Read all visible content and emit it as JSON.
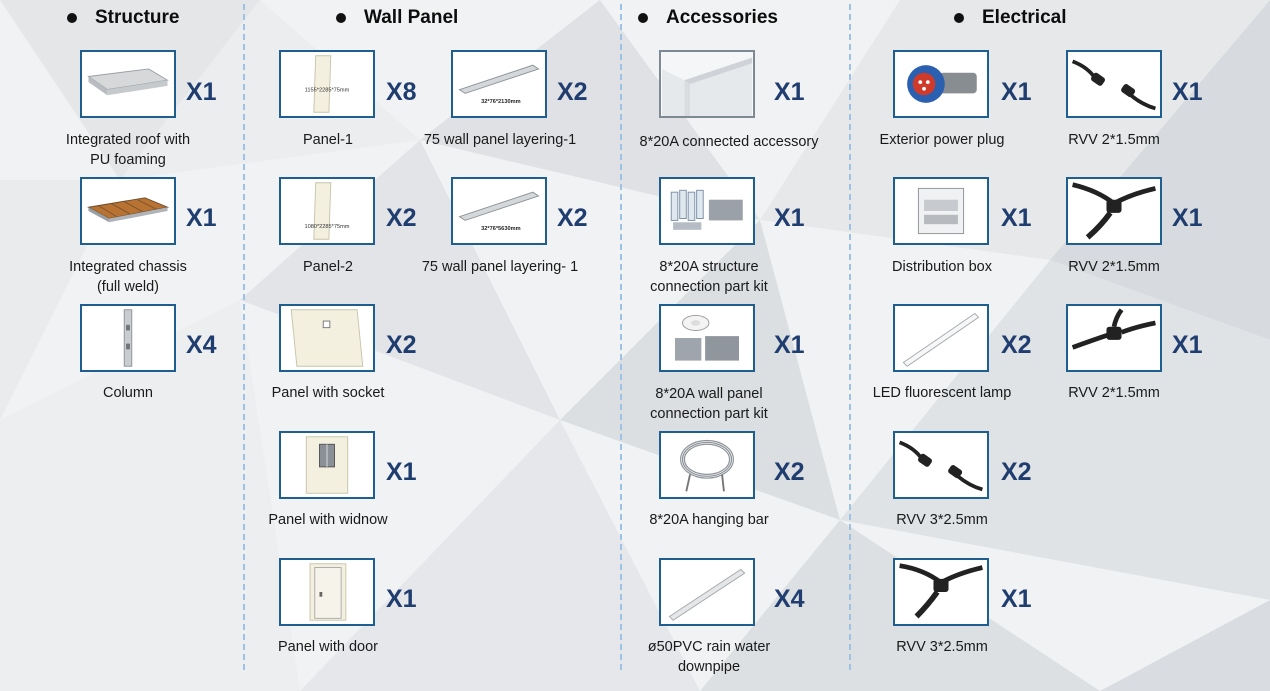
{
  "sections": {
    "structure": "Structure",
    "wall_panel": "Wall Panel",
    "accessories": "Accessories",
    "electrical": "Electrical"
  },
  "items": {
    "roof": {
      "label": "Integrated roof with\nPU foaming",
      "qty": "X1",
      "icon": "roof-panel-icon"
    },
    "chassis": {
      "label": "Integrated chassis\n(full weld)",
      "qty": "X1",
      "icon": "chassis-icon"
    },
    "column": {
      "label": "Column",
      "qty": "X4",
      "icon": "column-icon"
    },
    "panel1": {
      "label": "Panel-1",
      "qty": "X8",
      "icon": "wall-panel-icon",
      "dim": "1155*2285*75mm"
    },
    "panel2": {
      "label": "Panel-2",
      "qty": "X2",
      "icon": "wall-panel-icon",
      "dim": "1080*2285*75mm"
    },
    "panel_socket": {
      "label": "Panel with socket",
      "qty": "X2",
      "icon": "socket-panel-icon"
    },
    "panel_window": {
      "label": "Panel with widnow",
      "qty": "X1",
      "icon": "window-panel-icon"
    },
    "panel_door": {
      "label": "Panel with door",
      "qty": "X1",
      "icon": "door-panel-icon"
    },
    "layering1": {
      "label": "75 wall panel layering-1",
      "qty": "X2",
      "icon": "rail-icon",
      "dim": "32*76*2130mm"
    },
    "layering2": {
      "label": "75 wall panel layering- 1",
      "qty": "X2",
      "icon": "rail-icon",
      "dim": "32*76*5630mm"
    },
    "connected": {
      "label": "8*20A connected accessory",
      "qty": "X1",
      "icon": "corner-trim-icon"
    },
    "structure_kit": {
      "label": "8*20A structure\nconnection part kit",
      "qty": "X1",
      "icon": "parts-kit-icon"
    },
    "wallpanel_kit": {
      "label": "8*20A wall panel\nconnection part kit",
      "qty": "X1",
      "icon": "tape-kit-icon"
    },
    "hanging_bar": {
      "label": "8*20A hanging bar",
      "qty": "X2",
      "icon": "cable-coil-icon"
    },
    "downpipe": {
      "label": "ø50PVC rain water\ndownpipe",
      "qty": "X4",
      "icon": "pipe-icon"
    },
    "power_plug": {
      "label": "Exterior power plug",
      "qty": "X1",
      "icon": "power-plug-icon"
    },
    "dist_box": {
      "label": "Distribution box",
      "qty": "X1",
      "icon": "distribution-box-icon"
    },
    "led_lamp": {
      "label": "LED fluorescent lamp",
      "qty": "X2",
      "icon": "led-tube-icon"
    },
    "rvv3_a": {
      "label": "RVV 3*2.5mm",
      "qty": "X2",
      "icon": "connector-pair-icon"
    },
    "rvv3_b": {
      "label": "RVV 3*2.5mm",
      "qty": "X1",
      "icon": "connector-t-icon"
    },
    "rvv2_a": {
      "label": "RVV 2*1.5mm",
      "qty": "X1",
      "icon": "connector-pair-icon"
    },
    "rvv2_b": {
      "label": "RVV 2*1.5mm",
      "qty": "X1",
      "icon": "connector-t-icon"
    },
    "rvv2_c": {
      "label": "RVV 2*1.5mm",
      "qty": "X1",
      "icon": "connector-t-icon"
    }
  },
  "colors": {
    "qty": "#1f3d6e",
    "frame": "#1f5f8f",
    "divider": "#9cc3e6",
    "heading": "#0d0d0d"
  }
}
